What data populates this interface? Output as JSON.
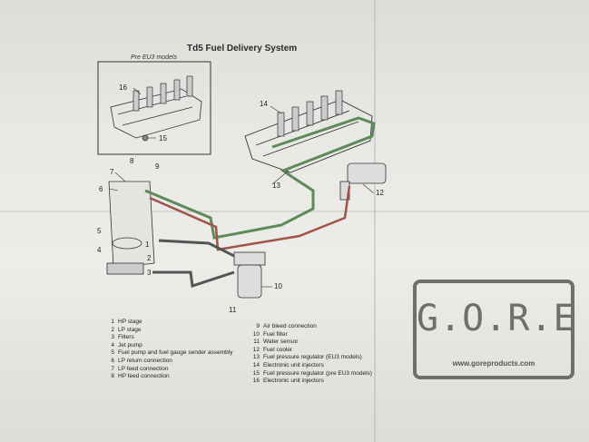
{
  "diagram": {
    "title": "Td5 Fuel Delivery System",
    "inset_label": "Pre EU3 models",
    "callout_numbers": [
      "1",
      "2",
      "3",
      "4",
      "5",
      "6",
      "7",
      "8",
      "9",
      "10",
      "11",
      "12",
      "13",
      "14",
      "15",
      "16"
    ]
  },
  "legend": {
    "left": [
      {
        "num": "1",
        "text": "HP stage"
      },
      {
        "num": "2",
        "text": "LP stage"
      },
      {
        "num": "3",
        "text": "Filters"
      },
      {
        "num": "4",
        "text": "Jet pump"
      },
      {
        "num": "5",
        "text": "Fuel pump and fuel gauge sender assembly"
      },
      {
        "num": "6",
        "text": "LP return connection"
      },
      {
        "num": "7",
        "text": "LP feed connection"
      },
      {
        "num": "8",
        "text": "HP feed connection"
      }
    ],
    "right": [
      {
        "num": "9",
        "text": "Air bleed connection"
      },
      {
        "num": "10",
        "text": "Fuel filter"
      },
      {
        "num": "11",
        "text": "Water sensor"
      },
      {
        "num": "12",
        "text": "Fuel cooler"
      },
      {
        "num": "13",
        "text": "Fuel pressure regulator (EU3 models)"
      },
      {
        "num": "14",
        "text": "Electronic unit injectors"
      },
      {
        "num": "15",
        "text": "Fuel pressure regulator (pre EU3 models)"
      },
      {
        "num": "16",
        "text": "Electronic unit injectors"
      }
    ]
  },
  "logo": {
    "text": "G.O.R.E",
    "url": "www.goreproducts.com"
  },
  "colors": {
    "feed_line": "#5e8a5a",
    "return_line": "#a0524a",
    "logo_gray": "#6f6f6c"
  }
}
